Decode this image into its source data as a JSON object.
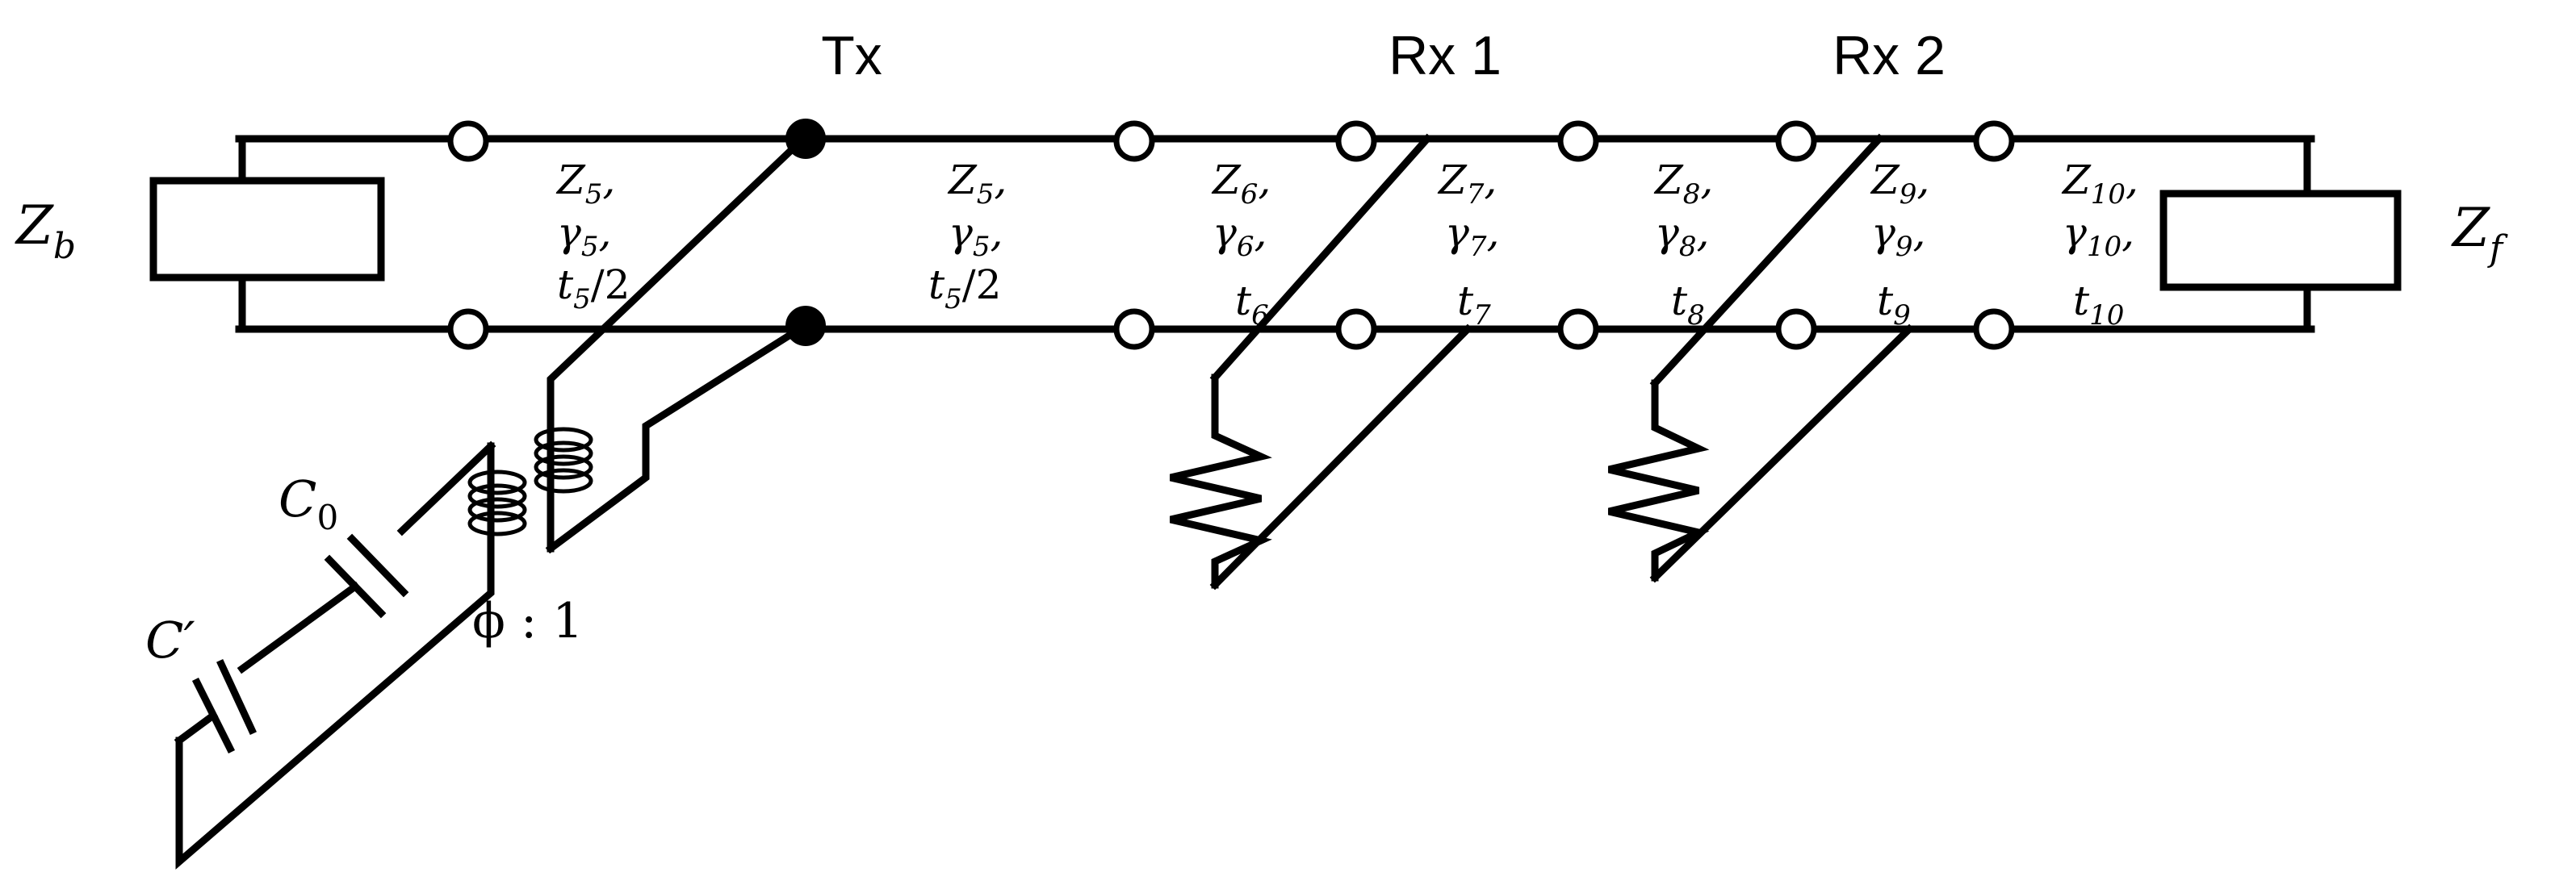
{
  "labels": {
    "tx": "Tx",
    "rx1": "Rx 1",
    "rx2": "Rx 2",
    "z_back": "Z",
    "z_back_sub": "b",
    "z_front": "Z",
    "z_front_sub": "f",
    "cap_c0": "C",
    "cap_c0_sub": "0",
    "cap_cprime": "C′",
    "turns_ratio": "ϕ : 1"
  },
  "segments": [
    {
      "z": "Z",
      "z_sub": "5",
      "g": "γ",
      "g_sub": "5",
      "t": "t",
      "t_sub": "5",
      "t_suffix": "/2"
    },
    {
      "z": "Z",
      "z_sub": "5",
      "g": "γ",
      "g_sub": "5",
      "t": "t",
      "t_sub": "5",
      "t_suffix": "/2"
    },
    {
      "z": "Z",
      "z_sub": "6",
      "g": "γ",
      "g_sub": "6",
      "t": "t",
      "t_sub": "6",
      "t_suffix": ""
    },
    {
      "z": "Z",
      "z_sub": "7",
      "g": "γ",
      "g_sub": "7",
      "t": "t",
      "t_sub": "7",
      "t_suffix": ""
    },
    {
      "z": "Z",
      "z_sub": "8",
      "g": "γ",
      "g_sub": "8",
      "t": "t",
      "t_sub": "8",
      "t_suffix": ""
    },
    {
      "z": "Z",
      "z_sub": "9",
      "g": "γ",
      "g_sub": "9",
      "t": "t",
      "t_sub": "9",
      "t_suffix": ""
    },
    {
      "z": "Z",
      "z_sub": "10",
      "g": "γ",
      "g_sub": "10",
      "t": "t",
      "t_sub": "10",
      "t_suffix": ""
    }
  ],
  "colors": {
    "line": "#000000",
    "background": "#ffffff"
  }
}
